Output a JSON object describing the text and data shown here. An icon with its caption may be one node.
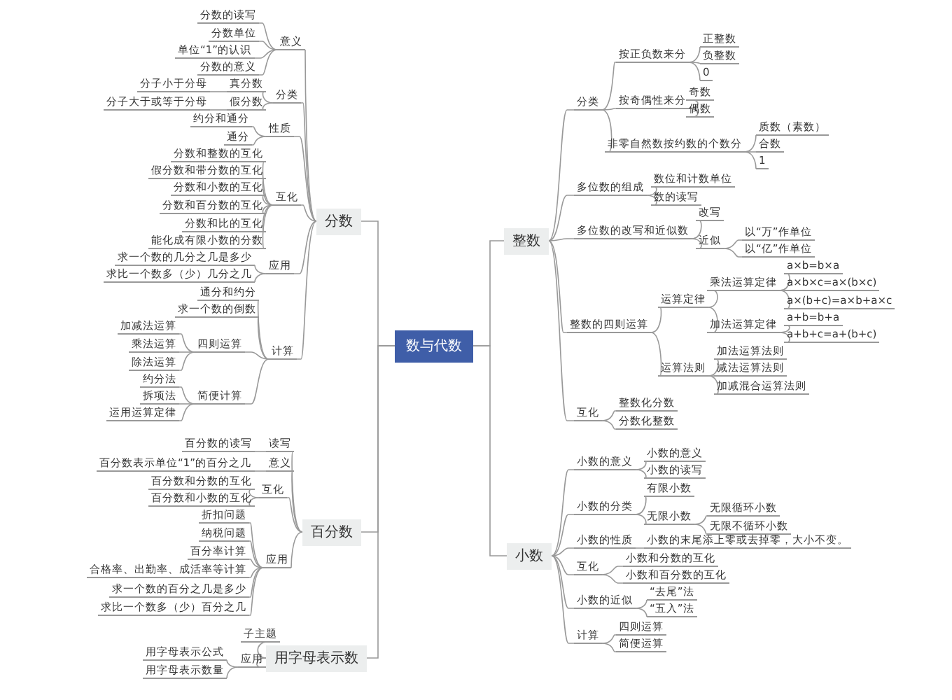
{
  "diagram": {
    "nodes": [
      {
        "text": [
          "数与代数"
        ]
      },
      {
        "text": [
          "分数"
        ]
      },
      {
        "text": [
          "意义"
        ]
      },
      {
        "text": [
          "分数的读写"
        ]
      },
      {
        "text": [
          "分数单位"
        ]
      },
      {
        "text": [
          "单位“1”的认识"
        ]
      },
      {
        "text": [
          "分数的意义"
        ]
      },
      {
        "text": [
          "分类"
        ]
      },
      {
        "text": [
          "真分数"
        ]
      },
      {
        "text": [
          "分子小于分母"
        ]
      },
      {
        "text": [
          "假分数"
        ]
      },
      {
        "text": [
          "分子大于或等于分母"
        ]
      },
      {
        "text": [
          "性质"
        ]
      },
      {
        "text": [
          "约分和通分"
        ]
      },
      {
        "text": [
          "通分"
        ]
      },
      {
        "text": [
          "互化"
        ]
      },
      {
        "text": [
          "分数和整数的互化"
        ]
      },
      {
        "text": [
          "假分数和带分数的互化"
        ]
      },
      {
        "text": [
          "分数和小数的互化"
        ]
      },
      {
        "text": [
          "分数和百分数的互化"
        ]
      },
      {
        "text": [
          "分数和比的互化"
        ]
      },
      {
        "text": [
          "能化成有限小数的分数"
        ]
      },
      {
        "text": [
          "应用"
        ]
      },
      {
        "text": [
          "求一个数的几分之几是多少"
        ]
      },
      {
        "text": [
          "求比一个数多（少）几分之几"
        ]
      },
      {
        "text": [
          "计算"
        ]
      },
      {
        "text": [
          "通分和约分"
        ]
      },
      {
        "text": [
          "求一个数的倒数"
        ]
      },
      {
        "text": [
          "四则运算"
        ]
      },
      {
        "text": [
          "加减法运算"
        ]
      },
      {
        "text": [
          "乘法运算"
        ]
      },
      {
        "text": [
          "除法运算"
        ]
      },
      {
        "text": [
          "简便计算"
        ]
      },
      {
        "text": [
          "约分法"
        ]
      },
      {
        "text": [
          "拆项法"
        ]
      },
      {
        "text": [
          "运用运算定律"
        ]
      },
      {
        "text": [
          "百分数"
        ]
      },
      {
        "text": [
          "读写"
        ]
      },
      {
        "text": [
          "百分数的读写"
        ]
      },
      {
        "text": [
          "意义"
        ]
      },
      {
        "text": [
          "百分数表示单位“1”的百分之几"
        ]
      },
      {
        "text": [
          "互化"
        ]
      },
      {
        "text": [
          "百分数和分数的互化"
        ]
      },
      {
        "text": [
          "百分数和小数的互化"
        ]
      },
      {
        "text": [
          "应用"
        ]
      },
      {
        "text": [
          "折扣问题"
        ]
      },
      {
        "text": [
          "纳税问题"
        ]
      },
      {
        "text": [
          "百分率计算"
        ]
      },
      {
        "text": [
          "合格率、出勤率、成活率等计算"
        ]
      },
      {
        "text": [
          "求一个数的百分之几是多少"
        ]
      },
      {
        "text": [
          "求比一个数多（少）百分之几"
        ]
      },
      {
        "text": [
          "用字母表示数"
        ]
      },
      {
        "text": [
          "子主题"
        ]
      },
      {
        "text": [
          "应用"
        ]
      },
      {
        "text": [
          "用字母表示公式"
        ]
      },
      {
        "text": [
          "用字母表示数量"
        ]
      },
      {
        "text": [
          "整数"
        ]
      },
      {
        "text": [
          "分类"
        ]
      },
      {
        "text": [
          "按正负数来分"
        ]
      },
      {
        "text": [
          "正整数"
        ]
      },
      {
        "text": [
          "负整数"
        ]
      },
      {
        "text": [
          "0"
        ]
      },
      {
        "text": [
          "按奇偶性来分"
        ]
      },
      {
        "text": [
          "奇数"
        ]
      },
      {
        "text": [
          "偶数"
        ]
      },
      {
        "text": [
          "非零自然数按约数的个数分"
        ]
      },
      {
        "text": [
          "质数（素数）"
        ]
      },
      {
        "text": [
          "合数"
        ]
      },
      {
        "text": [
          "1"
        ]
      },
      {
        "text": [
          "多位数的组成"
        ]
      },
      {
        "text": [
          "数位和计数单位"
        ]
      },
      {
        "text": [
          "数的读写"
        ]
      },
      {
        "text": [
          "多位数的改写和近似数"
        ]
      },
      {
        "text": [
          "改写"
        ]
      },
      {
        "text": [
          "近似"
        ]
      },
      {
        "text": [
          "以“万”作单位"
        ]
      },
      {
        "text": [
          "以“亿”作单位"
        ]
      },
      {
        "text": [
          "整数的四则运算"
        ]
      },
      {
        "text": [
          "运算定律"
        ]
      },
      {
        "text": [
          "乘法运算定律"
        ]
      },
      {
        "text": [
          "a×b=b×a"
        ]
      },
      {
        "text": [
          "a×b×c=a×(b×c)"
        ]
      },
      {
        "text": [
          "a×(b+c)=a×b+a×c"
        ]
      },
      {
        "text": [
          "加法运算定律"
        ]
      },
      {
        "text": [
          "a+b=b+a"
        ]
      },
      {
        "text": [
          "a+b+c=a+(b+c)"
        ]
      },
      {
        "text": [
          "运算法则"
        ]
      },
      {
        "text": [
          "加法运算法则"
        ]
      },
      {
        "text": [
          "减法运算法则"
        ]
      },
      {
        "text": [
          "加减混合运算法则"
        ]
      },
      {
        "text": [
          "互化"
        ]
      },
      {
        "text": [
          "整数化分数"
        ]
      },
      {
        "text": [
          "分数化整数"
        ]
      },
      {
        "text": [
          "小数"
        ]
      },
      {
        "text": [
          "小数的意义"
        ]
      },
      {
        "text": [
          "小数的意义"
        ]
      },
      {
        "text": [
          "小数的读写"
        ]
      },
      {
        "text": [
          "小数的分类"
        ]
      },
      {
        "text": [
          "有限小数"
        ]
      },
      {
        "text": [
          "无限小数"
        ]
      },
      {
        "text": [
          "无限循环小数"
        ]
      },
      {
        "text": [
          "无限不循环小数"
        ]
      },
      {
        "text": [
          "小数的性质"
        ]
      },
      {
        "text": [
          "小数的末尾添上零或去掉零，大小不变。"
        ]
      },
      {
        "text": [
          "互化"
        ]
      },
      {
        "text": [
          "小数和分数的互化"
        ]
      },
      {
        "text": [
          "小数和百分数的互化"
        ]
      },
      {
        "text": [
          "小数的近似"
        ]
      },
      {
        "text": [
          "“去尾”法"
        ]
      },
      {
        "text": [
          "“五入”法"
        ]
      },
      {
        "text": [
          "计算"
        ]
      },
      {
        "text": [
          "四则运算"
        ]
      },
      {
        "text": [
          "简便运算"
        ]
      }
    ],
    "edges": [
      {
        "from": 0,
        "to": 1,
        "arrow": "none"
      },
      {
        "from": 1,
        "to": 2,
        "arrow": "none"
      },
      {
        "from": 2,
        "to": 3,
        "arrow": "none"
      },
      {
        "from": 2,
        "to": 4,
        "arrow": "none"
      },
      {
        "from": 2,
        "to": 5,
        "arrow": "none"
      },
      {
        "from": 2,
        "to": 6,
        "arrow": "none"
      },
      {
        "from": 1,
        "to": 7,
        "arrow": "none"
      },
      {
        "from": 7,
        "to": 8,
        "arrow": "none"
      },
      {
        "from": 8,
        "to": 9,
        "arrow": "none"
      },
      {
        "from": 7,
        "to": 10,
        "arrow": "none"
      },
      {
        "from": 10,
        "to": 11,
        "arrow": "none"
      },
      {
        "from": 1,
        "to": 12,
        "arrow": "none"
      },
      {
        "from": 12,
        "to": 13,
        "arrow": "none"
      },
      {
        "from": 12,
        "to": 14,
        "arrow": "none"
      },
      {
        "from": 1,
        "to": 15,
        "arrow": "none"
      },
      {
        "from": 15,
        "to": 16,
        "arrow": "none"
      },
      {
        "from": 15,
        "to": 17,
        "arrow": "none"
      },
      {
        "from": 15,
        "to": 18,
        "arrow": "none"
      },
      {
        "from": 15,
        "to": 19,
        "arrow": "none"
      },
      {
        "from": 15,
        "to": 20,
        "arrow": "none"
      },
      {
        "from": 15,
        "to": 21,
        "arrow": "none"
      },
      {
        "from": 1,
        "to": 22,
        "arrow": "none"
      },
      {
        "from": 22,
        "to": 23,
        "arrow": "none"
      },
      {
        "from": 22,
        "to": 24,
        "arrow": "none"
      },
      {
        "from": 1,
        "to": 25,
        "arrow": "none"
      },
      {
        "from": 25,
        "to": 26,
        "arrow": "none"
      },
      {
        "from": 25,
        "to": 27,
        "arrow": "none"
      },
      {
        "from": 25,
        "to": 28,
        "arrow": "none"
      },
      {
        "from": 28,
        "to": 29,
        "arrow": "none"
      },
      {
        "from": 28,
        "to": 30,
        "arrow": "none"
      },
      {
        "from": 28,
        "to": 31,
        "arrow": "none"
      },
      {
        "from": 25,
        "to": 32,
        "arrow": "none"
      },
      {
        "from": 32,
        "to": 33,
        "arrow": "none"
      },
      {
        "from": 32,
        "to": 34,
        "arrow": "none"
      },
      {
        "from": 32,
        "to": 35,
        "arrow": "none"
      },
      {
        "from": 0,
        "to": 36,
        "arrow": "none"
      },
      {
        "from": 36,
        "to": 37,
        "arrow": "none"
      },
      {
        "from": 37,
        "to": 38,
        "arrow": "none"
      },
      {
        "from": 36,
        "to": 39,
        "arrow": "none"
      },
      {
        "from": 39,
        "to": 40,
        "arrow": "none"
      },
      {
        "from": 36,
        "to": 41,
        "arrow": "none"
      },
      {
        "from": 41,
        "to": 42,
        "arrow": "none"
      },
      {
        "from": 41,
        "to": 43,
        "arrow": "none"
      },
      {
        "from": 36,
        "to": 44,
        "arrow": "none"
      },
      {
        "from": 44,
        "to": 45,
        "arrow": "none"
      },
      {
        "from": 44,
        "to": 46,
        "arrow": "none"
      },
      {
        "from": 44,
        "to": 47,
        "arrow": "none"
      },
      {
        "from": 44,
        "to": 48,
        "arrow": "none"
      },
      {
        "from": 44,
        "to": 49,
        "arrow": "none"
      },
      {
        "from": 44,
        "to": 50,
        "arrow": "none"
      },
      {
        "from": 0,
        "to": 51,
        "arrow": "none"
      },
      {
        "from": 51,
        "to": 52,
        "arrow": "none"
      },
      {
        "from": 51,
        "to": 53,
        "arrow": "none"
      },
      {
        "from": 53,
        "to": 54,
        "arrow": "none"
      },
      {
        "from": 53,
        "to": 55,
        "arrow": "none"
      },
      {
        "from": 0,
        "to": 56,
        "arrow": "none"
      },
      {
        "from": 56,
        "to": 57,
        "arrow": "none"
      },
      {
        "from": 57,
        "to": 58,
        "arrow": "none"
      },
      {
        "from": 58,
        "to": 59,
        "arrow": "none"
      },
      {
        "from": 58,
        "to": 60,
        "arrow": "none"
      },
      {
        "from": 58,
        "to": 61,
        "arrow": "none"
      },
      {
        "from": 57,
        "to": 62,
        "arrow": "none"
      },
      {
        "from": 62,
        "to": 63,
        "arrow": "none"
      },
      {
        "from": 62,
        "to": 64,
        "arrow": "none"
      },
      {
        "from": 57,
        "to": 65,
        "arrow": "none"
      },
      {
        "from": 65,
        "to": 66,
        "arrow": "none"
      },
      {
        "from": 65,
        "to": 67,
        "arrow": "none"
      },
      {
        "from": 65,
        "to": 68,
        "arrow": "none"
      },
      {
        "from": 56,
        "to": 69,
        "arrow": "none"
      },
      {
        "from": 69,
        "to": 70,
        "arrow": "none"
      },
      {
        "from": 69,
        "to": 71,
        "arrow": "none"
      },
      {
        "from": 56,
        "to": 72,
        "arrow": "none"
      },
      {
        "from": 72,
        "to": 73,
        "arrow": "none"
      },
      {
        "from": 72,
        "to": 74,
        "arrow": "none"
      },
      {
        "from": 74,
        "to": 75,
        "arrow": "none"
      },
      {
        "from": 74,
        "to": 76,
        "arrow": "none"
      },
      {
        "from": 56,
        "to": 77,
        "arrow": "none"
      },
      {
        "from": 77,
        "to": 78,
        "arrow": "none"
      },
      {
        "from": 78,
        "to": 79,
        "arrow": "none"
      },
      {
        "from": 79,
        "to": 80,
        "arrow": "none"
      },
      {
        "from": 79,
        "to": 81,
        "arrow": "none"
      },
      {
        "from": 79,
        "to": 82,
        "arrow": "none"
      },
      {
        "from": 78,
        "to": 83,
        "arrow": "none"
      },
      {
        "from": 83,
        "to": 84,
        "arrow": "none"
      },
      {
        "from": 83,
        "to": 85,
        "arrow": "none"
      },
      {
        "from": 77,
        "to": 86,
        "arrow": "none"
      },
      {
        "from": 86,
        "to": 87,
        "arrow": "none"
      },
      {
        "from": 86,
        "to": 88,
        "arrow": "none"
      },
      {
        "from": 86,
        "to": 89,
        "arrow": "none"
      },
      {
        "from": 56,
        "to": 90,
        "arrow": "none"
      },
      {
        "from": 90,
        "to": 91,
        "arrow": "none"
      },
      {
        "from": 90,
        "to": 92,
        "arrow": "none"
      },
      {
        "from": 0,
        "to": 93,
        "arrow": "none"
      },
      {
        "from": 93,
        "to": 94,
        "arrow": "none"
      },
      {
        "from": 94,
        "to": 95,
        "arrow": "none"
      },
      {
        "from": 94,
        "to": 96,
        "arrow": "none"
      },
      {
        "from": 93,
        "to": 97,
        "arrow": "none"
      },
      {
        "from": 97,
        "to": 98,
        "arrow": "none"
      },
      {
        "from": 97,
        "to": 99,
        "arrow": "none"
      },
      {
        "from": 99,
        "to": 100,
        "arrow": "none"
      },
      {
        "from": 99,
        "to": 101,
        "arrow": "none"
      },
      {
        "from": 93,
        "to": 102,
        "arrow": "none"
      },
      {
        "from": 102,
        "to": 103,
        "arrow": "none"
      },
      {
        "from": 93,
        "to": 104,
        "arrow": "none"
      },
      {
        "from": 104,
        "to": 105,
        "arrow": "none"
      },
      {
        "from": 104,
        "to": 106,
        "arrow": "none"
      },
      {
        "from": 93,
        "to": 107,
        "arrow": "none"
      },
      {
        "from": 107,
        "to": 108,
        "arrow": "none"
      },
      {
        "from": 107,
        "to": 109,
        "arrow": "none"
      },
      {
        "from": 93,
        "to": 110,
        "arrow": "none"
      },
      {
        "from": 110,
        "to": 111,
        "arrow": "none"
      },
      {
        "from": 110,
        "to": 112,
        "arrow": "none"
      }
    ]
  }
}
